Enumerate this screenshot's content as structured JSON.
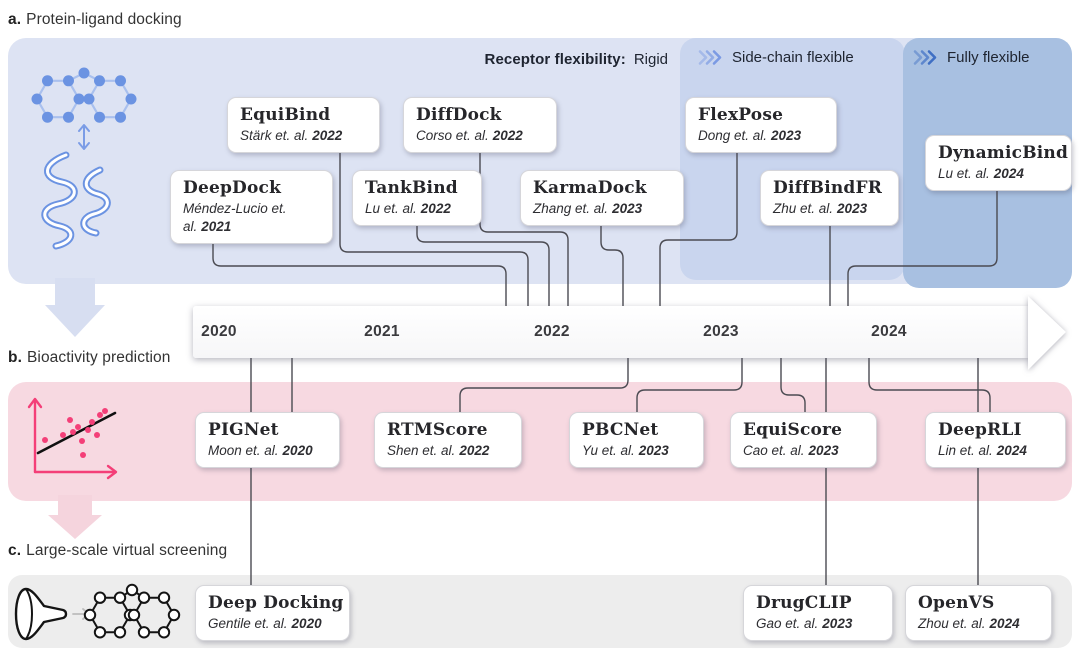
{
  "figure": {
    "title_implicit": "Timeline of deep-learning methods",
    "colors": {
      "panel_blue_light": "#dde3f3",
      "panel_blue_mid": "#c9d5ee",
      "panel_blue_dark": "#a8c0e1",
      "panel_pink": "#f7d9e1",
      "panel_gray": "#ededed",
      "molecule_blue": "#6b93e2",
      "scatter_pink": "#f43f78",
      "connector": "#4b4b52",
      "card_bg": "#ffffff"
    }
  },
  "timeline": {
    "years": [
      "2020",
      "2021",
      "2022",
      "2023",
      "2024"
    ]
  },
  "sections": {
    "a": {
      "label_prefix": "a.",
      "label_text": "Protein-ligand docking",
      "header": {
        "bold": "Receptor flexibility:",
        "value": "Rigid"
      },
      "zones": [
        {
          "label": "Side-chain flexible",
          "icon": "triple-chevron-right-icon"
        },
        {
          "label": "Fully flexible",
          "icon": "triple-chevron-right-icon"
        }
      ],
      "icons": [
        "ligand-molecule-icon",
        "binding-double-arrow-icon",
        "protein-ribbon-icon"
      ],
      "cards": [
        {
          "title": "EquiBind",
          "authors": "Stärk et. al.",
          "year": "2022"
        },
        {
          "title": "DiffDock",
          "authors": "Corso et. al.",
          "year": "2022"
        },
        {
          "title": "FlexPose",
          "authors": "Dong et. al.",
          "year": "2023"
        },
        {
          "title": "DynamicBind",
          "authors": "Lu et. al.",
          "year": "2024"
        },
        {
          "title": "DeepDock",
          "authors": "Méndez-Lucio et. al.",
          "year": "2021"
        },
        {
          "title": "TankBind",
          "authors": "Lu et. al.",
          "year": "2022"
        },
        {
          "title": "KarmaDock",
          "authors": "Zhang et. al.",
          "year": "2023"
        },
        {
          "title": "DiffBindFR",
          "authors": "Zhu et. al.",
          "year": "2023"
        }
      ]
    },
    "b": {
      "label_prefix": "b.",
      "label_text": "Bioactivity prediction",
      "icons": [
        "scatter-plot-icon"
      ],
      "cards": [
        {
          "title": "PIGNet",
          "authors": "Moon et. al.",
          "year": "2020"
        },
        {
          "title": "RTMScore",
          "authors": "Shen et. al.",
          "year": "2022"
        },
        {
          "title": "PBCNet",
          "authors": "Yu et. al.",
          "year": "2023"
        },
        {
          "title": "EquiScore",
          "authors": "Cao et. al.",
          "year": "2023"
        },
        {
          "title": "DeepRLI",
          "authors": "Lin et. al.",
          "year": "2024"
        }
      ]
    },
    "c": {
      "label_prefix": "c.",
      "label_text": "Large-scale virtual screening",
      "icons": [
        "funnel-icon",
        "arrow-right-icon",
        "molecule-chain-icon"
      ],
      "cards": [
        {
          "title": "Deep Docking",
          "authors": "Gentile et. al.",
          "year": "2020"
        },
        {
          "title": "DrugCLIP",
          "authors": "Gao et. al.",
          "year": "2023"
        },
        {
          "title": "OpenVS",
          "authors": "Zhou et. al.",
          "year": "2024"
        }
      ]
    }
  }
}
